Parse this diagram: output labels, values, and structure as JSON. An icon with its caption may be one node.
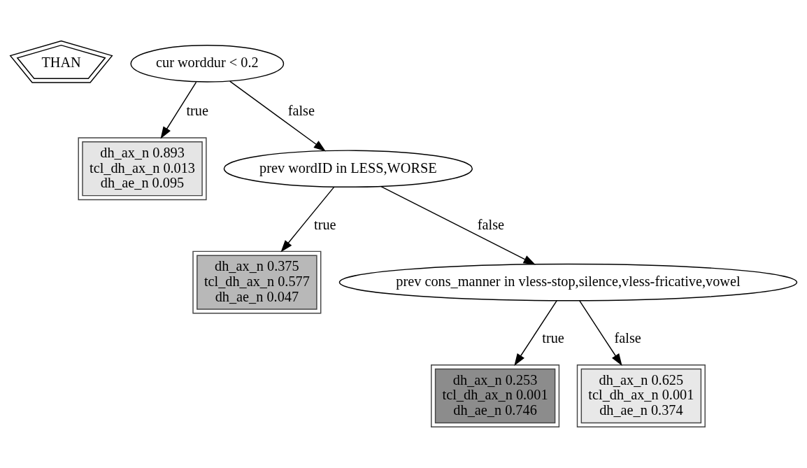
{
  "diagram": {
    "nodes": [
      {
        "text": [
          "THAN"
        ]
      },
      {
        "text": [
          "cur worddur < 0.2"
        ]
      },
      {
        "text": [
          "dh_ax_n 0.893",
          "tcl_dh_ax_n 0.013",
          "dh_ae_n 0.095"
        ]
      },
      {
        "text": [
          "prev wordID in LESS,WORSE"
        ]
      },
      {
        "text": [
          "dh_ax_n 0.375",
          "tcl_dh_ax_n 0.577",
          "dh_ae_n 0.047"
        ]
      },
      {
        "text": [
          "prev cons_manner in vless-stop,silence,vless-fricative,vowel"
        ]
      },
      {
        "text": [
          "dh_ax_n 0.253",
          "tcl_dh_ax_n 0.001",
          "dh_ae_n 0.746"
        ]
      },
      {
        "text": [
          "dh_ax_n 0.625",
          "tcl_dh_ax_n 0.001",
          "dh_ae_n 0.374"
        ]
      }
    ],
    "edges": [
      {
        "from": 1,
        "to": 2,
        "arrow": "to",
        "label": "true"
      },
      {
        "from": 1,
        "to": 3,
        "arrow": "to",
        "label": "false"
      },
      {
        "from": 3,
        "to": 4,
        "arrow": "to",
        "label": "true"
      },
      {
        "from": 3,
        "to": 5,
        "arrow": "to",
        "label": "false"
      },
      {
        "from": 5,
        "to": 6,
        "arrow": "to",
        "label": "true"
      },
      {
        "from": 5,
        "to": 7,
        "arrow": "to",
        "label": "false"
      }
    ]
  }
}
